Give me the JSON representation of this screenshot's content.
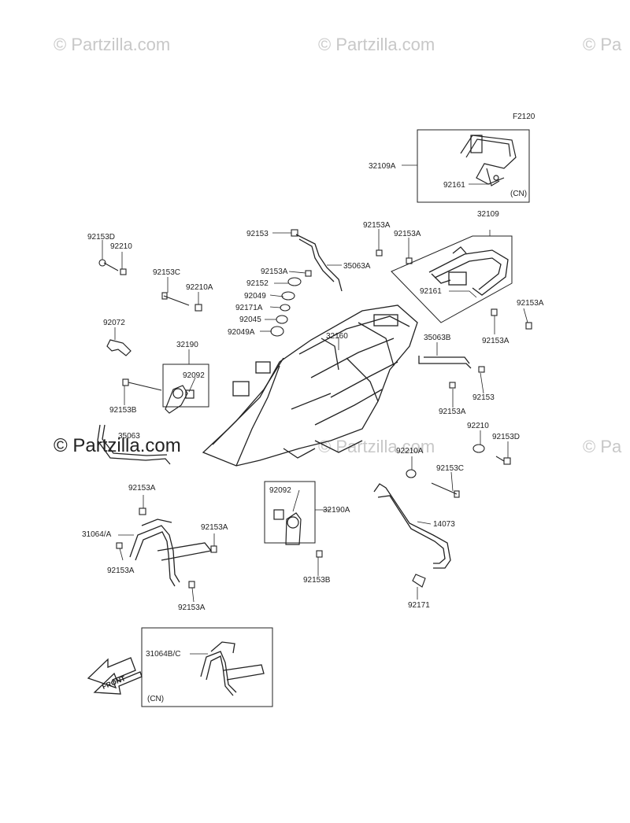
{
  "watermarks": {
    "top_left": "© Partzilla.com",
    "top_center": "© Partzilla.com",
    "top_right": "© Pa",
    "mid_left": "© Partzilla.com",
    "mid_center": "© Partzilla.com",
    "mid_right": "© Pa"
  },
  "figure_code": "F2120",
  "inset_top": {
    "part": "32109A",
    "sub_part": "92161",
    "note": "(CN)"
  },
  "inset_bottom": {
    "part": "31064B/C",
    "note": "(CN)"
  },
  "front_arrow_label": "FRONT",
  "labels": {
    "p32109": "32109",
    "p92153A_a": "92153A",
    "p92153A_b": "92153A",
    "p92161": "92161",
    "p92153A_c": "92153A",
    "p92153A_d": "92153A",
    "p92153_top": "92153",
    "p92153A_e": "92153A",
    "p35063A": "35063A",
    "p92152": "92152",
    "p92049": "92049",
    "p92171A": "92171A",
    "p92045": "92045",
    "p92049A": "92049A",
    "p32160": "32160",
    "p92153D_l": "92153D",
    "p92210_l": "92210",
    "p92153C_l": "92153C",
    "p92210A_l": "92210A",
    "p92072": "92072",
    "p32190": "32190",
    "p92092_a": "92092",
    "p92153B_a": "92153B",
    "p35063": "35063",
    "p35063B": "35063B",
    "p92153_r": "92153",
    "p92153A_f": "92153A",
    "p92210_r": "92210",
    "p92153D_r": "92153D",
    "p92210A_r": "92210A",
    "p92153C_r": "92153C",
    "p92092_b": "92092",
    "p32190A": "32190A",
    "p92153B_b": "92153B",
    "p14073": "14073",
    "p92171": "92171",
    "p92153A_g": "92153A",
    "p31064A": "31064/A",
    "p92153A_h": "92153A",
    "p92153A_i": "92153A",
    "p92153A_j": "92153A"
  }
}
